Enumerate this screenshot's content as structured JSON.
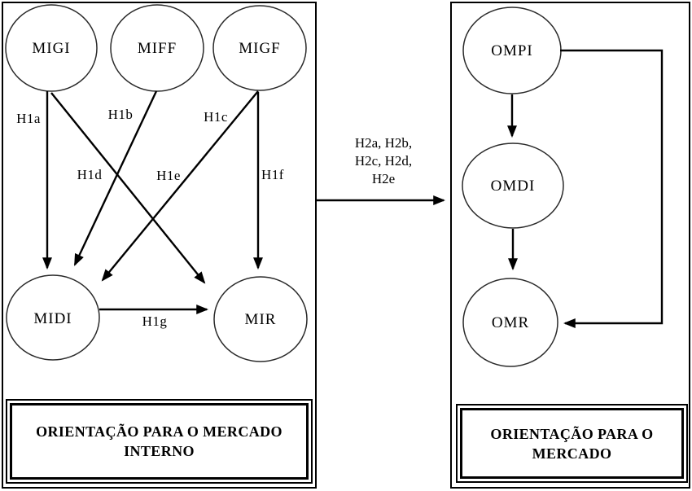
{
  "left_panel": {
    "caption_line1": "ORIENTAÇÃO PARA O MERCADO",
    "caption_line2": "INTERNO",
    "nodes": {
      "migi": "MIGI",
      "miff": "MIFF",
      "migf": "MIGF",
      "midi": "MIDI",
      "mir": "MIR"
    },
    "hypotheses": {
      "h1a": "H1a",
      "h1b": "H1b",
      "h1c": "H1c",
      "h1d": "H1d",
      "h1e": "H1e",
      "h1f": "H1f",
      "h1g": "H1g"
    },
    "edges": [
      {
        "from": "MIGI",
        "to": "MIDI"
      },
      {
        "from": "MIFF",
        "to": "MIDI"
      },
      {
        "from": "MIGF",
        "to": "MIDI"
      },
      {
        "from": "MIGI",
        "to": "MIR"
      },
      {
        "from": "MIGF",
        "to": "MIR"
      },
      {
        "from": "MIDI",
        "to": "MIR"
      }
    ]
  },
  "right_panel": {
    "caption_line1": "ORIENTAÇÃO PARA O",
    "caption_line2": "MERCADO",
    "nodes": {
      "ompi": "OMPI",
      "omdi": "OMDI",
      "omr": "OMR"
    },
    "edges": [
      {
        "from": "OMPI",
        "to": "OMDI"
      },
      {
        "from": "OMDI",
        "to": "OMR"
      },
      {
        "from": "OMPI",
        "to": "OMR"
      }
    ]
  },
  "link": {
    "label_line1": "H2a, H2b,",
    "label_line2": "H2c, H2d,",
    "label_line3": "H2e",
    "from": "ORIENTAÇÃO PARA O MERCADO INTERNO",
    "to": "ORIENTAÇÃO PARA O MERCADO"
  },
  "colors": {
    "line": "#000000",
    "background": "#ffffff"
  }
}
